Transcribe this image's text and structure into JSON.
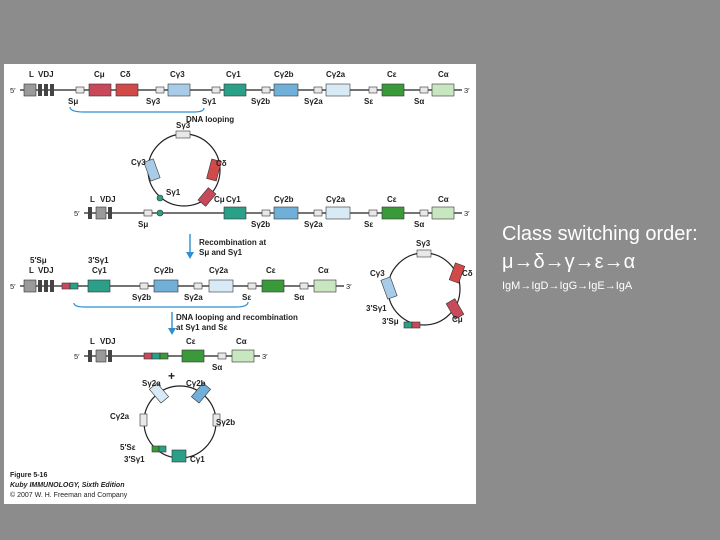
{
  "side_panel": {
    "title": "Class switching order:",
    "order": "μ→δ→γ→ε→α",
    "sequence": "IgM→IgD→IgG→IgE→IgA"
  },
  "figure": {
    "steps": {
      "dna_looping": "DNA looping",
      "recomb_line1": "Recombination at",
      "recomb_line2": "Sμ and Sγ1",
      "loop_recomb_line1": "DNA looping and recombination",
      "loop_recomb_line2": "at Sγ1 and Sε",
      "plus": "+"
    },
    "ends": {
      "five": "5′",
      "three": "3′"
    },
    "labels": {
      "L": "L",
      "VDJ": "VDJ",
      "Cmu": "Cμ",
      "Cdelta": "Cδ",
      "Cg3": "Cγ3",
      "Cg1": "Cγ1",
      "Cg2b": "Cγ2b",
      "Cg2a": "Cγ2a",
      "Ceps": "Cε",
      "Calpha": "Cα",
      "Smu": "Sμ",
      "Sg3": "Sγ3",
      "Sg1": "Sγ1",
      "Sg2b": "Sγ2b",
      "Sg2a": "Sγ2a",
      "Seps": "Sε",
      "Salpha": "Sα",
      "Smu5": "5′Sμ",
      "Sg1_3": "3′Sγ1",
      "Smu3": "3′Sμ",
      "Seps5": "5′Sε"
    },
    "caption": {
      "fig": "Figure 5-16",
      "book": "Kuby IMMUNOLOGY, Sixth Edition",
      "copyright": "© 2007 W. H. Freeman and Company"
    },
    "colors": {
      "Cmu": "#c84a5a",
      "Cdelta": "#d04a4a",
      "Cg3": "#a8cce8",
      "Cg1": "#2aa088",
      "Cg2b": "#70b0d8",
      "Cg2a": "#d8eaf6",
      "Ceps": "#3a9a3a",
      "Calpha": "#c8e6c0",
      "accent": "#2e8fd0"
    }
  }
}
